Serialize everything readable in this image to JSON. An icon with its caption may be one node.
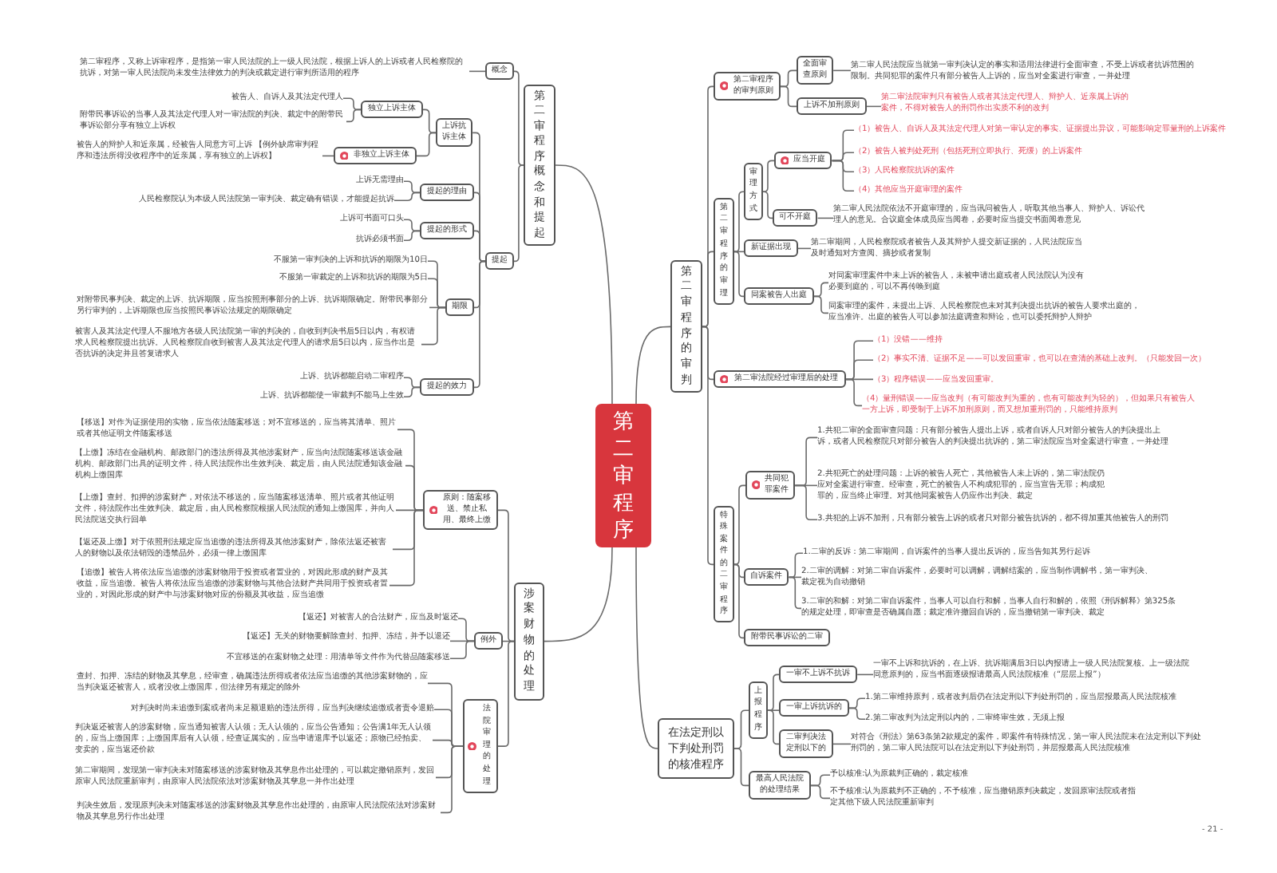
{
  "diagram": {
    "nodes": [
      {
        "text": [
          "第二审程序"
        ]
      },
      {
        "text": [
          "第二审程序概念和提起"
        ]
      },
      {
        "text": [
          "概念"
        ]
      },
      {
        "text": [
          "第二审程序，又称上诉审程序，是指第一审人民法院的上一级人民法院，根据上诉人的上诉或者人民检察院的抗诉，对第一审人民法院尚未发生法律效力的判决或裁定进行审判所适用的程序"
        ]
      },
      {
        "text": [
          "提起"
        ]
      },
      {
        "text": [
          "上诉抗诉主体"
        ]
      },
      {
        "text": [
          "独立上诉主体"
        ]
      },
      {
        "text": [
          "被告人、自诉人及其法定代理人"
        ]
      },
      {
        "text": [
          "附带民事诉讼的当事人及其法定代理人对一审法院的判决、裁定中的附带民事诉讼部分享有独立上诉权"
        ]
      },
      {
        "text": [
          "非独立上诉主体"
        ]
      },
      {
        "text": [
          "被告人的辩护人和近亲属，经被告人同意方可上诉 【例外缺席审判程序和违法所得没收程序中的近亲属，享有独立的上诉权】"
        ]
      },
      {
        "text": [
          "提起的理由"
        ]
      },
      {
        "text": [
          "上诉无需理由"
        ]
      },
      {
        "text": [
          "人民检察院认为本级人民法院第一审判决、裁定确有错误，才能提起抗诉"
        ]
      },
      {
        "text": [
          "提起的形式"
        ]
      },
      {
        "text": [
          "上诉可书面可口头"
        ]
      },
      {
        "text": [
          "抗诉必须书面"
        ]
      },
      {
        "text": [
          "期限"
        ]
      },
      {
        "text": [
          "不服第一审判决的上诉和抗诉的期限为10日"
        ]
      },
      {
        "text": [
          "不服第一审裁定的上诉和抗诉的期限为5日"
        ]
      },
      {
        "text": [
          "对附带民事判决、裁定的上诉、抗诉期限，应当按照刑事部分的上诉、抗诉期限确定。附带民事部分另行审判的，上诉期限也应当按照民事诉讼法规定的期限确定"
        ]
      },
      {
        "text": [
          "被害人及其法定代理人不服地方各级人民法院第一审的判决的，自收到判决书后5日以内，有权请求人民检察院提出抗诉。人民检察院自收到被害人及其法定代理人的请求后5日以内，应当作出是否抗诉的决定并且答复请求人"
        ]
      },
      {
        "text": [
          "提起的效力"
        ]
      },
      {
        "text": [
          "上诉、抗诉都能启动二审程序"
        ]
      },
      {
        "text": [
          "上诉、抗诉都能使一审裁判不能马上生效"
        ]
      },
      {
        "text": [
          "涉案财物的处理"
        ]
      },
      {
        "text": [
          "原则：随案移送、禁止私用、最终上缴"
        ]
      },
      {
        "text": [
          "【移送】对作为证据使用的实物，应当依法随案移送；对不宜移送的，应当将其清单、照片或者其他证明文件随案移送"
        ]
      },
      {
        "text": [
          "【上缴】冻结在金融机构、邮政部门的违法所得及其他涉案财产，应当向法院随案移送该金融机构、邮政部门出具的证明文件，待人民法院作出生效判决、裁定后，由人民法院通知该金融机构上缴国库"
        ]
      },
      {
        "text": [
          "【上缴】查封、扣押的涉案财产，对依法不移送的，应当随案移送清单、照片或者其他证明文件，待法院作出生效判决、裁定后，由人民检察院根据人民法院的通知上缴国库，并向人民法院送交执行回单"
        ]
      },
      {
        "text": [
          "【返还及上缴】对于依照刑法规定应当追缴的违法所得及其他涉案财产，除依法返还被害人的财物以及依法销毁的违禁品外，必须一律上缴国库"
        ]
      },
      {
        "text": [
          "【追缴】被告人将依法应当追缴的涉案财物用于投资或者置业的，对因此形成的财产及其收益，应当追缴。被告人将依法应当追缴的涉案财物与其他合法财产共同用于投资或者置业的，对因此形成的财产中与涉案财物对应的份额及其收益，应当追缴"
        ]
      },
      {
        "text": [
          "例外"
        ]
      },
      {
        "text": [
          "【返还】对被害人的合法财产，应当及时返还"
        ]
      },
      {
        "text": [
          "【返还】无关的财物要解除查封、扣押、冻结，并予以退还"
        ]
      },
      {
        "text": [
          "不宜移送的在案财物之处理：用清单等文件作为代替品随案移送"
        ]
      },
      {
        "text": [
          "法院审理的处理"
        ]
      },
      {
        "text": [
          "查封、扣押、冻结的财物及其孳息，经审查，确属违法所得或者依法应当追缴的其他涉案财物的，应当判决返还被害人，或者没收上缴国库，但法律另有规定的除外"
        ]
      },
      {
        "text": [
          "对判决时尚未追缴到案或者尚未足额退赔的违法所得，应当判决继续追缴或者责令退赔"
        ]
      },
      {
        "text": [
          "判决返还被害人的涉案财物，应当通知被害人认领；无人认领的，应当公告通知；公告满1年无人认领的，应当上缴国库；上缴国库后有人认领，经查证属实的，应当申请退库予以返还；原物已经拍卖、变卖的，应当返还价款"
        ]
      },
      {
        "text": [
          "第二审期间，发现第一审判决未对随案移送的涉案财物及其孳息作出处理的，可以裁定撤销原判，发回原审人民法院重新审判，由原审人民法院依法对涉案财物及其孳息一并作出处理"
        ]
      },
      {
        "text": [
          "判决生效后，发现原判决未对随案移送的涉案财物及其孳息作出处理的，由原审人民法院依法对涉案财物及其孳息另行作出处理"
        ]
      },
      {
        "text": [
          "第二审程序的审判"
        ]
      },
      {
        "text": [
          "第二审程序的审判原则"
        ]
      },
      {
        "text": [
          "全面审查原则"
        ]
      },
      {
        "text": [
          "第二审人民法院应当就第一审判决认定的事实和适用法律进行全面审查，不受上诉或者抗诉范围的限制。共同犯罪的案件只有部分被告人上诉的，应当对全案进行审查，一并处理"
        ]
      },
      {
        "text": [
          "上诉不加刑原则"
        ]
      },
      {
        "text": [
          "第二审法院审判只有被告人或者其法定代理人、辩护人、近亲属上诉的案件，不得对被告人的刑罚作出实质不利的改判"
        ]
      },
      {
        "text": [
          "第二审程序的审理"
        ]
      },
      {
        "text": [
          "审理方式"
        ]
      },
      {
        "text": [
          "应当开庭"
        ]
      },
      {
        "text": [
          "（1）被告人、自诉人及其法定代理人对第一审认定的事实、证据提出异议，可能影响定罪量刑的上诉案件"
        ]
      },
      {
        "text": [
          "（2）被告人被判处死刑（包括死刑立即执行、死缓）的上诉案件"
        ]
      },
      {
        "text": [
          "（3）人民检察院抗诉的案件"
        ]
      },
      {
        "text": [
          "（4）其他应当开庭审理的案件"
        ]
      },
      {
        "text": [
          "可不开庭"
        ]
      },
      {
        "text": [
          "第二审人民法院依法不开庭审理的，应当讯问被告人，听取其他当事人、辩护人、诉讼代理人的意见。合议庭全体成员应当阅卷，必要时应当提交书面阅卷意见"
        ]
      },
      {
        "text": [
          "新证据出现"
        ]
      },
      {
        "text": [
          "第二审期间，人民检察院或者被告人及其辩护人提交新证据的，人民法院应当及时通知对方查阅、摘抄或者复制"
        ]
      },
      {
        "text": [
          "同案被告人出庭"
        ]
      },
      {
        "text": [
          "对同案审理案件中未上诉的被告人，未被申请出庭或者人民法院认为没有必要到庭的，可以不再传唤到庭"
        ]
      },
      {
        "text": [
          "同案审理的案件，未提出上诉、人民检察院也未对其判决提出抗诉的被告人要求出庭的，应当准许。出庭的被告人可以参加法庭调查和辩论，也可以委托辩护人辩护"
        ]
      },
      {
        "text": [
          "第二审法院经过审理后的处理"
        ]
      },
      {
        "text": [
          "（1）没错——维持"
        ]
      },
      {
        "text": [
          "（2）事实不清、证据不足——可以发回重审，也可以在查清的基础上改判。（只能发回一次）"
        ]
      },
      {
        "text": [
          "（3）程序错误——应当发回重审。"
        ]
      },
      {
        "text": [
          "（4）量刑错误——应当改判（有可能改判为重的，也有可能改判为轻的），但如果只有被告人一方上诉，即受制于上诉不加刑原则，而又想加重刑罚的，只能维持原判"
        ]
      },
      {
        "text": [
          "特殊案件的二审程序"
        ]
      },
      {
        "text": [
          "共同犯罪案件"
        ]
      },
      {
        "text": [
          "1.共犯二审的全面审查问题：只有部分被告人提出上诉，或者自诉人只对部分被告人的判决提出上诉，或者人民检察院只对部分被告人的判决提出抗诉的，第二审法院应当对全案进行审查，一并处理"
        ]
      },
      {
        "text": [
          "2.共犯死亡的处理问题：上诉的被告人死亡，其他被告人未上诉的，第二审法院仍应对全案进行审查。经审查，死亡的被告人不构成犯罪的，应当宣告无罪；构成犯罪的，应当终止审理。对其他同案被告人仍应作出判决、裁定"
        ]
      },
      {
        "text": [
          "3.共犯的上诉不加刑，只有部分被告上诉的或者只对部分被告抗诉的，都不得加重其他被告人的刑罚"
        ]
      },
      {
        "text": [
          "自诉案件"
        ]
      },
      {
        "text": [
          "1.二审的反诉：第二审期间，自诉案件的当事人提出反诉的，应当告知其另行起诉"
        ]
      },
      {
        "text": [
          "2.二审的调解：对第二审自诉案件，必要时可以调解，调解结案的，应当制作调解书，第一审判决、裁定视为自动撤销"
        ]
      },
      {
        "text": [
          "3.二审的和解：对第二审自诉案件，当事人可以自行和解，当事人自行和解的，依照《刑诉解释》第325条的规定处理，即审查是否确属自愿；裁定准许撤回自诉的，应当撤销第一审判决、裁定"
        ]
      },
      {
        "text": [
          "附带民事诉讼的二审"
        ]
      },
      {
        "text": [
          "在法定刑以下判处刑罚的核准程序"
        ]
      },
      {
        "text": [
          "上报程序"
        ]
      },
      {
        "text": [
          "一审不上诉不抗诉"
        ]
      },
      {
        "text": [
          "一审不上诉和抗诉的，在上诉、抗诉期满后3日以内报请上一级人民法院复核。上一级法院同意原判的，应当书面逐级报请最高人民法院核准（“层层上报”）"
        ]
      },
      {
        "text": [
          "一审上诉抗诉的"
        ]
      },
      {
        "text": [
          "1.第二审维持原判，或者改判后仍在法定刑以下判处刑罚的，应当层报最高人民法院核准"
        ]
      },
      {
        "text": [
          "2.第二审改判为法定刑以内的，二审终审生效，无须上报"
        ]
      },
      {
        "text": [
          "二审判决法定刑以下的"
        ]
      },
      {
        "text": [
          "对符合《刑法》第63条第2款规定的案件，即案件有特殊情况，第一审人民法院未在法定刑以下判处刑罚的，第二审人民法院可以在法定刑以下判处刑罚，并层报最高人民法院核准"
        ]
      },
      {
        "text": [
          "最高人民法院的处理结果"
        ]
      },
      {
        "text": [
          "予以核准:认为原裁判正确的，裁定核准"
        ]
      },
      {
        "text": [
          "不予核准:认为原裁判不正确的，不予核准，应当撤销原判决裁定，发回原审法院或者指定其他下级人民法院重新审判"
        ]
      }
    ],
    "edges": [
      {
        "from": 0,
        "to": 1,
        "arrow": "none"
      },
      {
        "from": 1,
        "to": 2,
        "arrow": "none"
      },
      {
        "from": 2,
        "to": 3,
        "arrow": "none"
      },
      {
        "from": 1,
        "to": 4,
        "arrow": "none"
      },
      {
        "from": 4,
        "to": 5,
        "arrow": "none"
      },
      {
        "from": 5,
        "to": 6,
        "arrow": "none"
      },
      {
        "from": 6,
        "to": 7,
        "arrow": "none"
      },
      {
        "from": 6,
        "to": 8,
        "arrow": "none"
      },
      {
        "from": 5,
        "to": 9,
        "arrow": "none"
      },
      {
        "from": 9,
        "to": 10,
        "arrow": "none"
      },
      {
        "from": 4,
        "to": 11,
        "arrow": "none"
      },
      {
        "from": 11,
        "to": 12,
        "arrow": "none"
      },
      {
        "from": 11,
        "to": 13,
        "arrow": "none"
      },
      {
        "from": 4,
        "to": 14,
        "arrow": "none"
      },
      {
        "from": 14,
        "to": 15,
        "arrow": "none"
      },
      {
        "from": 14,
        "to": 16,
        "arrow": "none"
      },
      {
        "from": 4,
        "to": 17,
        "arrow": "none"
      },
      {
        "from": 17,
        "to": 18,
        "arrow": "none"
      },
      {
        "from": 17,
        "to": 19,
        "arrow": "none"
      },
      {
        "from": 17,
        "to": 20,
        "arrow": "none"
      },
      {
        "from": 17,
        "to": 21,
        "arrow": "none"
      },
      {
        "from": 4,
        "to": 22,
        "arrow": "none"
      },
      {
        "from": 22,
        "to": 23,
        "arrow": "none"
      },
      {
        "from": 22,
        "to": 24,
        "arrow": "none"
      },
      {
        "from": 0,
        "to": 25,
        "arrow": "none"
      },
      {
        "from": 25,
        "to": 26,
        "arrow": "none"
      },
      {
        "from": 26,
        "to": 27,
        "arrow": "none"
      },
      {
        "from": 26,
        "to": 28,
        "arrow": "none"
      },
      {
        "from": 26,
        "to": 29,
        "arrow": "none"
      },
      {
        "from": 26,
        "to": 30,
        "arrow": "none"
      },
      {
        "from": 26,
        "to": 31,
        "arrow": "none"
      },
      {
        "from": 25,
        "to": 32,
        "arrow": "none"
      },
      {
        "from": 32,
        "to": 33,
        "arrow": "none"
      },
      {
        "from": 32,
        "to": 34,
        "arrow": "none"
      },
      {
        "from": 32,
        "to": 35,
        "arrow": "none"
      },
      {
        "from": 25,
        "to": 36,
        "arrow": "none"
      },
      {
        "from": 36,
        "to": 37,
        "arrow": "none"
      },
      {
        "from": 36,
        "to": 38,
        "arrow": "none"
      },
      {
        "from": 36,
        "to": 39,
        "arrow": "none"
      },
      {
        "from": 36,
        "to": 40,
        "arrow": "none"
      },
      {
        "from": 36,
        "to": 41,
        "arrow": "none"
      },
      {
        "from": 0,
        "to": 42,
        "arrow": "none"
      },
      {
        "from": 42,
        "to": 43,
        "arrow": "none"
      },
      {
        "from": 43,
        "to": 44,
        "arrow": "none"
      },
      {
        "from": 44,
        "to": 45,
        "arrow": "none"
      },
      {
        "from": 43,
        "to": 46,
        "arrow": "none"
      },
      {
        "from": 46,
        "to": 47,
        "arrow": "none"
      },
      {
        "from": 42,
        "to": 48,
        "arrow": "none"
      },
      {
        "from": 48,
        "to": 49,
        "arrow": "none"
      },
      {
        "from": 49,
        "to": 50,
        "arrow": "none"
      },
      {
        "from": 50,
        "to": 51,
        "arrow": "none"
      },
      {
        "from": 50,
        "to": 52,
        "arrow": "none"
      },
      {
        "from": 50,
        "to": 53,
        "arrow": "none"
      },
      {
        "from": 50,
        "to": 54,
        "arrow": "none"
      },
      {
        "from": 49,
        "to": 55,
        "arrow": "none"
      },
      {
        "from": 55,
        "to": 56,
        "arrow": "none"
      },
      {
        "from": 48,
        "to": 57,
        "arrow": "none"
      },
      {
        "from": 57,
        "to": 58,
        "arrow": "none"
      },
      {
        "from": 48,
        "to": 59,
        "arrow": "none"
      },
      {
        "from": 59,
        "to": 60,
        "arrow": "none"
      },
      {
        "from": 59,
        "to": 61,
        "arrow": "none"
      },
      {
        "from": 42,
        "to": 62,
        "arrow": "none"
      },
      {
        "from": 62,
        "to": 63,
        "arrow": "none"
      },
      {
        "from": 62,
        "to": 64,
        "arrow": "none"
      },
      {
        "from": 62,
        "to": 65,
        "arrow": "none"
      },
      {
        "from": 62,
        "to": 66,
        "arrow": "none"
      },
      {
        "from": 42,
        "to": 67,
        "arrow": "none"
      },
      {
        "from": 67,
        "to": 68,
        "arrow": "none"
      },
      {
        "from": 68,
        "to": 69,
        "arrow": "none"
      },
      {
        "from": 68,
        "to": 70,
        "arrow": "none"
      },
      {
        "from": 68,
        "to": 71,
        "arrow": "none"
      },
      {
        "from": 67,
        "to": 72,
        "arrow": "none"
      },
      {
        "from": 72,
        "to": 73,
        "arrow": "none"
      },
      {
        "from": 72,
        "to": 74,
        "arrow": "none"
      },
      {
        "from": 72,
        "to": 75,
        "arrow": "none"
      },
      {
        "from": 67,
        "to": 76,
        "arrow": "none"
      },
      {
        "from": 0,
        "to": 77,
        "arrow": "none"
      },
      {
        "from": 77,
        "to": 78,
        "arrow": "none"
      },
      {
        "from": 78,
        "to": 79,
        "arrow": "none"
      },
      {
        "from": 79,
        "to": 80,
        "arrow": "none"
      },
      {
        "from": 78,
        "to": 81,
        "arrow": "none"
      },
      {
        "from": 81,
        "to": 82,
        "arrow": "none"
      },
      {
        "from": 81,
        "to": 83,
        "arrow": "none"
      },
      {
        "from": 78,
        "to": 84,
        "arrow": "none"
      },
      {
        "from": 84,
        "to": 85,
        "arrow": "none"
      },
      {
        "from": 77,
        "to": 86,
        "arrow": "none"
      },
      {
        "from": 86,
        "to": 87,
        "arrow": "none"
      },
      {
        "from": 86,
        "to": 88,
        "arrow": "none"
      }
    ],
    "labels": [
      "- 21 -"
    ]
  }
}
